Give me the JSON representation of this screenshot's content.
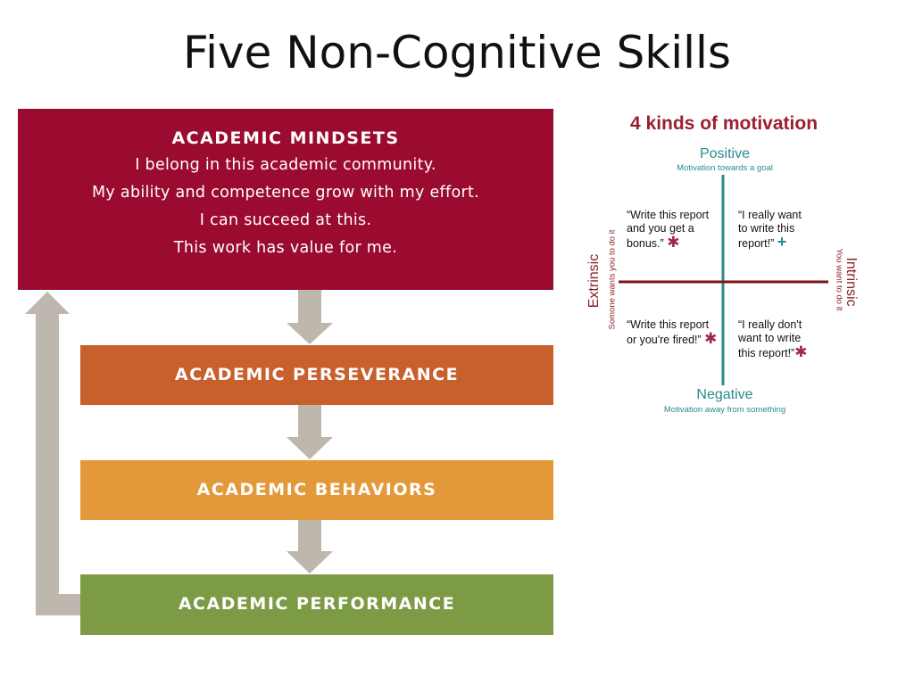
{
  "slide": {
    "title": "Five Non-Cognitive Skills"
  },
  "diagram": {
    "mindsets": {
      "heading": "ACADEMIC MINDSETS",
      "lines": [
        "I belong in this academic community.",
        "My ability and competence grow with my effort.",
        "I can succeed at this.",
        "This work has value for me."
      ],
      "color": "#9a0b2f"
    },
    "perseverance": {
      "heading": "ACADEMIC PERSEVERANCE",
      "color": "#c8602e"
    },
    "behaviors": {
      "heading": "ACADEMIC BEHAVIORS",
      "color": "#e3993a"
    },
    "performance": {
      "heading": "ACADEMIC PERFORMANCE",
      "color": "#7d9b45"
    },
    "arrow_color": "#bdb7ad"
  },
  "motivation": {
    "title": "4 kinds of motivation",
    "positive": {
      "label": "Positive",
      "sub": "Motivation towards a goal"
    },
    "negative": {
      "label": "Negative",
      "sub": "Motivation away from something"
    },
    "extrinsic": {
      "label": "Extrinsic",
      "sub": "Somone wants you to do it"
    },
    "intrinsic": {
      "label": "Intrinsic",
      "sub": "You want to do it"
    },
    "quotes": {
      "top_left": [
        "“Write this report",
        "and you get a",
        "bonus.”"
      ],
      "top_right": [
        "“I really want",
        "to write this",
        "report!”"
      ],
      "bottom_left": [
        "“Write this report",
        "or you're fired!”"
      ],
      "bottom_right": [
        "“I really don't",
        "want to write",
        "this report!”"
      ]
    },
    "marks": {
      "star": "✱",
      "plus": "+"
    },
    "colors": {
      "vertical_axis": "#2a8a8c",
      "horizontal_axis": "#7a1518",
      "title": "#9c1f2e"
    }
  }
}
